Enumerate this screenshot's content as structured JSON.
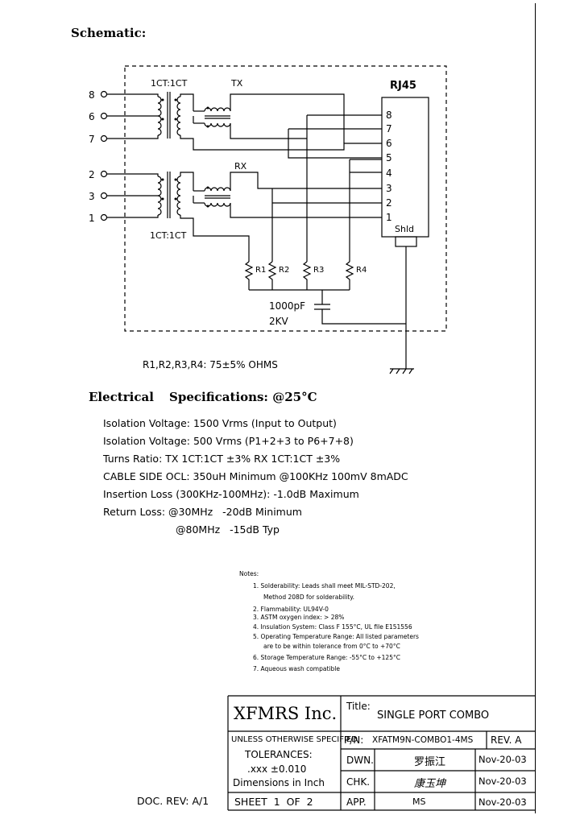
{
  "heading": "Schematic:",
  "schematic": {
    "connector_label": "RJ45",
    "shield_label": "Shld",
    "tx_label": "TX",
    "rx_label": "RX",
    "ratio_top": "1CT:1CT",
    "ratio_bottom": "1CT:1CT",
    "left_pins": [
      "8",
      "6",
      "7",
      "2",
      "3",
      "1"
    ],
    "rj45_pins": [
      "8",
      "7",
      "6",
      "5",
      "4",
      "3",
      "2",
      "1"
    ],
    "resistors": [
      "R1",
      "R2",
      "R3",
      "R4"
    ],
    "cap_value": "1000pF",
    "cap_voltage": "2KV"
  },
  "resistor_note": "R1,R2,R3,R4: 75±5% OHMS",
  "electrical": {
    "title": "Electrical",
    "subtitle": "Specifications: @25°C",
    "lines": [
      "Isolation Voltage:  1500 Vrms (Input to Output)",
      "Isolation Voltage:  500 Vrms (P1+2+3 to P6+7+8)",
      "Turns Ratio: TX 1CT:1CT ±3% RX 1CT:1CT ±3%",
      "CABLE SIDE OCL: 350uH Minimum @100KHz 100mV 8mADC",
      "Insertion Loss (300KHz-100MHz): -1.0dB Maximum",
      "Return Loss: @30MHz   -20dB Minimum",
      "@80MHz   -15dB Typ"
    ]
  },
  "notes": {
    "title": "Notes:",
    "items": [
      "1. Solderability: Leads shall meet MIL-STD-202,",
      "Method 208D for solderability.",
      "2. Flammability: UL94V-0",
      "3. ASTM oxygen index: > 28%",
      "4. Insulation System: Class F 155°C, UL file E151556",
      "5. Operating Temperature Range: All listed parameters",
      "are to be within tolerance from 0°C to +70°C",
      "6. Storage Temperature Range: -55°C to +125°C",
      "7. Aqueous wash compatible"
    ]
  },
  "title_block": {
    "company": "XFMRS Inc.",
    "title_label": "Title:",
    "title_value": "SINGLE PORT COMBO",
    "unless": "UNLESS OTHERWISE SPECIFIED",
    "tolerances": "TOLERANCES:",
    "tol_value": ".xxx ±0.010",
    "dims": "Dimensions in Inch",
    "sheet": "SHEET  1  OF  2",
    "pn_label": "P/N:",
    "pn_value": "XFATM9N-COMBO1-4MS",
    "rev": "REV. A",
    "dwn_label": "DWN.",
    "dwn_sign": "罗振江",
    "dwn_date": "Nov-20-03",
    "chk_label": "CHK.",
    "chk_sign": "康玉坤",
    "chk_date": "Nov-20-03",
    "app_label": "APP.",
    "app_sign": "MS",
    "app_date": "Nov-20-03"
  },
  "doc_rev": "DOC. REV: A/1"
}
